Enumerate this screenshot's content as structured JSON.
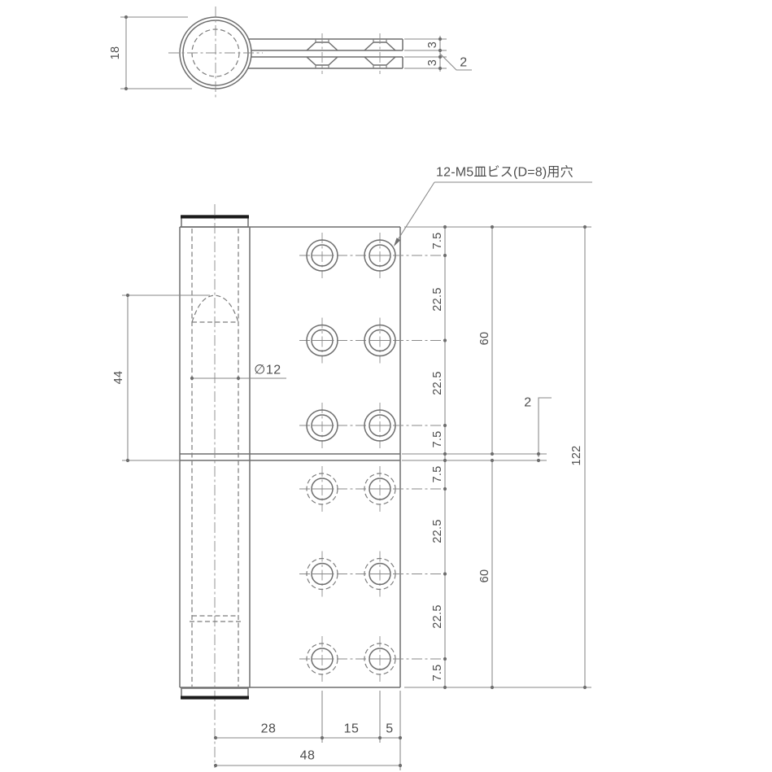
{
  "colors": {
    "background": "#ffffff",
    "object_line": "#6e6e6e",
    "dimension_line": "#878787",
    "text": "#4d4d4d",
    "cap_thick_line": "#1b1b1b"
  },
  "note": {
    "hole_label": "12-M5皿ビス(D=8)用穴"
  },
  "top_view": {
    "knuckle_height": "18",
    "upper_plate_thickness": "3",
    "lower_plate_thickness": "3",
    "plate_gap": "2"
  },
  "front_view": {
    "pin_engagement": "44",
    "pin_diameter": "∅12",
    "leaf_gap": "2",
    "total_height": "122",
    "upper_leaf_height": "60",
    "lower_leaf_height": "60",
    "upper_chain": [
      "7.5",
      "22.5",
      "22.5",
      "7.5"
    ],
    "lower_chain": [
      "7.5",
      "22.5",
      "22.5",
      "7.5"
    ],
    "bottom_chain": [
      "28",
      "15",
      "5"
    ],
    "leaf_width": "48"
  }
}
